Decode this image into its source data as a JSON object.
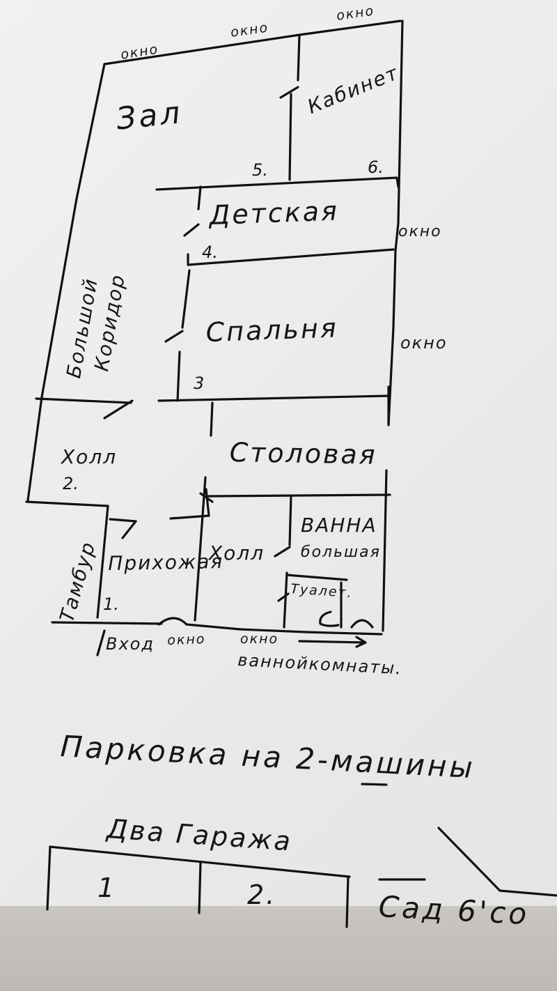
{
  "plan": {
    "rooms": {
      "hall_big": "Зал",
      "study": "Кабинет",
      "kids": "Детская",
      "bedroom": "Спальня",
      "dining": "Столовая",
      "hall_top": "Холл",
      "hall_mid": "Холл",
      "entry_room": "Прихожая",
      "vestibule": "Тамбур",
      "bath": "ВАННА",
      "bath_sub": "большая",
      "toilet": "Туалет."
    },
    "corridor": [
      "Большой",
      "Коридор"
    ],
    "numbers": {
      "n1": "1.",
      "n2": "2.",
      "n3": "3",
      "n4": "4.",
      "n5": "5.",
      "n6": "6."
    },
    "windows": {
      "w1": "окно",
      "w2": "окно",
      "w3": "окно",
      "w4": "окно",
      "w5": "окно",
      "w6": "окно",
      "w7": "окно"
    },
    "entrance": "Вход",
    "bath_window_caption": "ваннойкомнаты.",
    "parking": "Парковка на 2-машины",
    "garages": {
      "title": "Два Гаража",
      "g1": "1",
      "g2": "2."
    },
    "garden": "Сад 6'со"
  }
}
